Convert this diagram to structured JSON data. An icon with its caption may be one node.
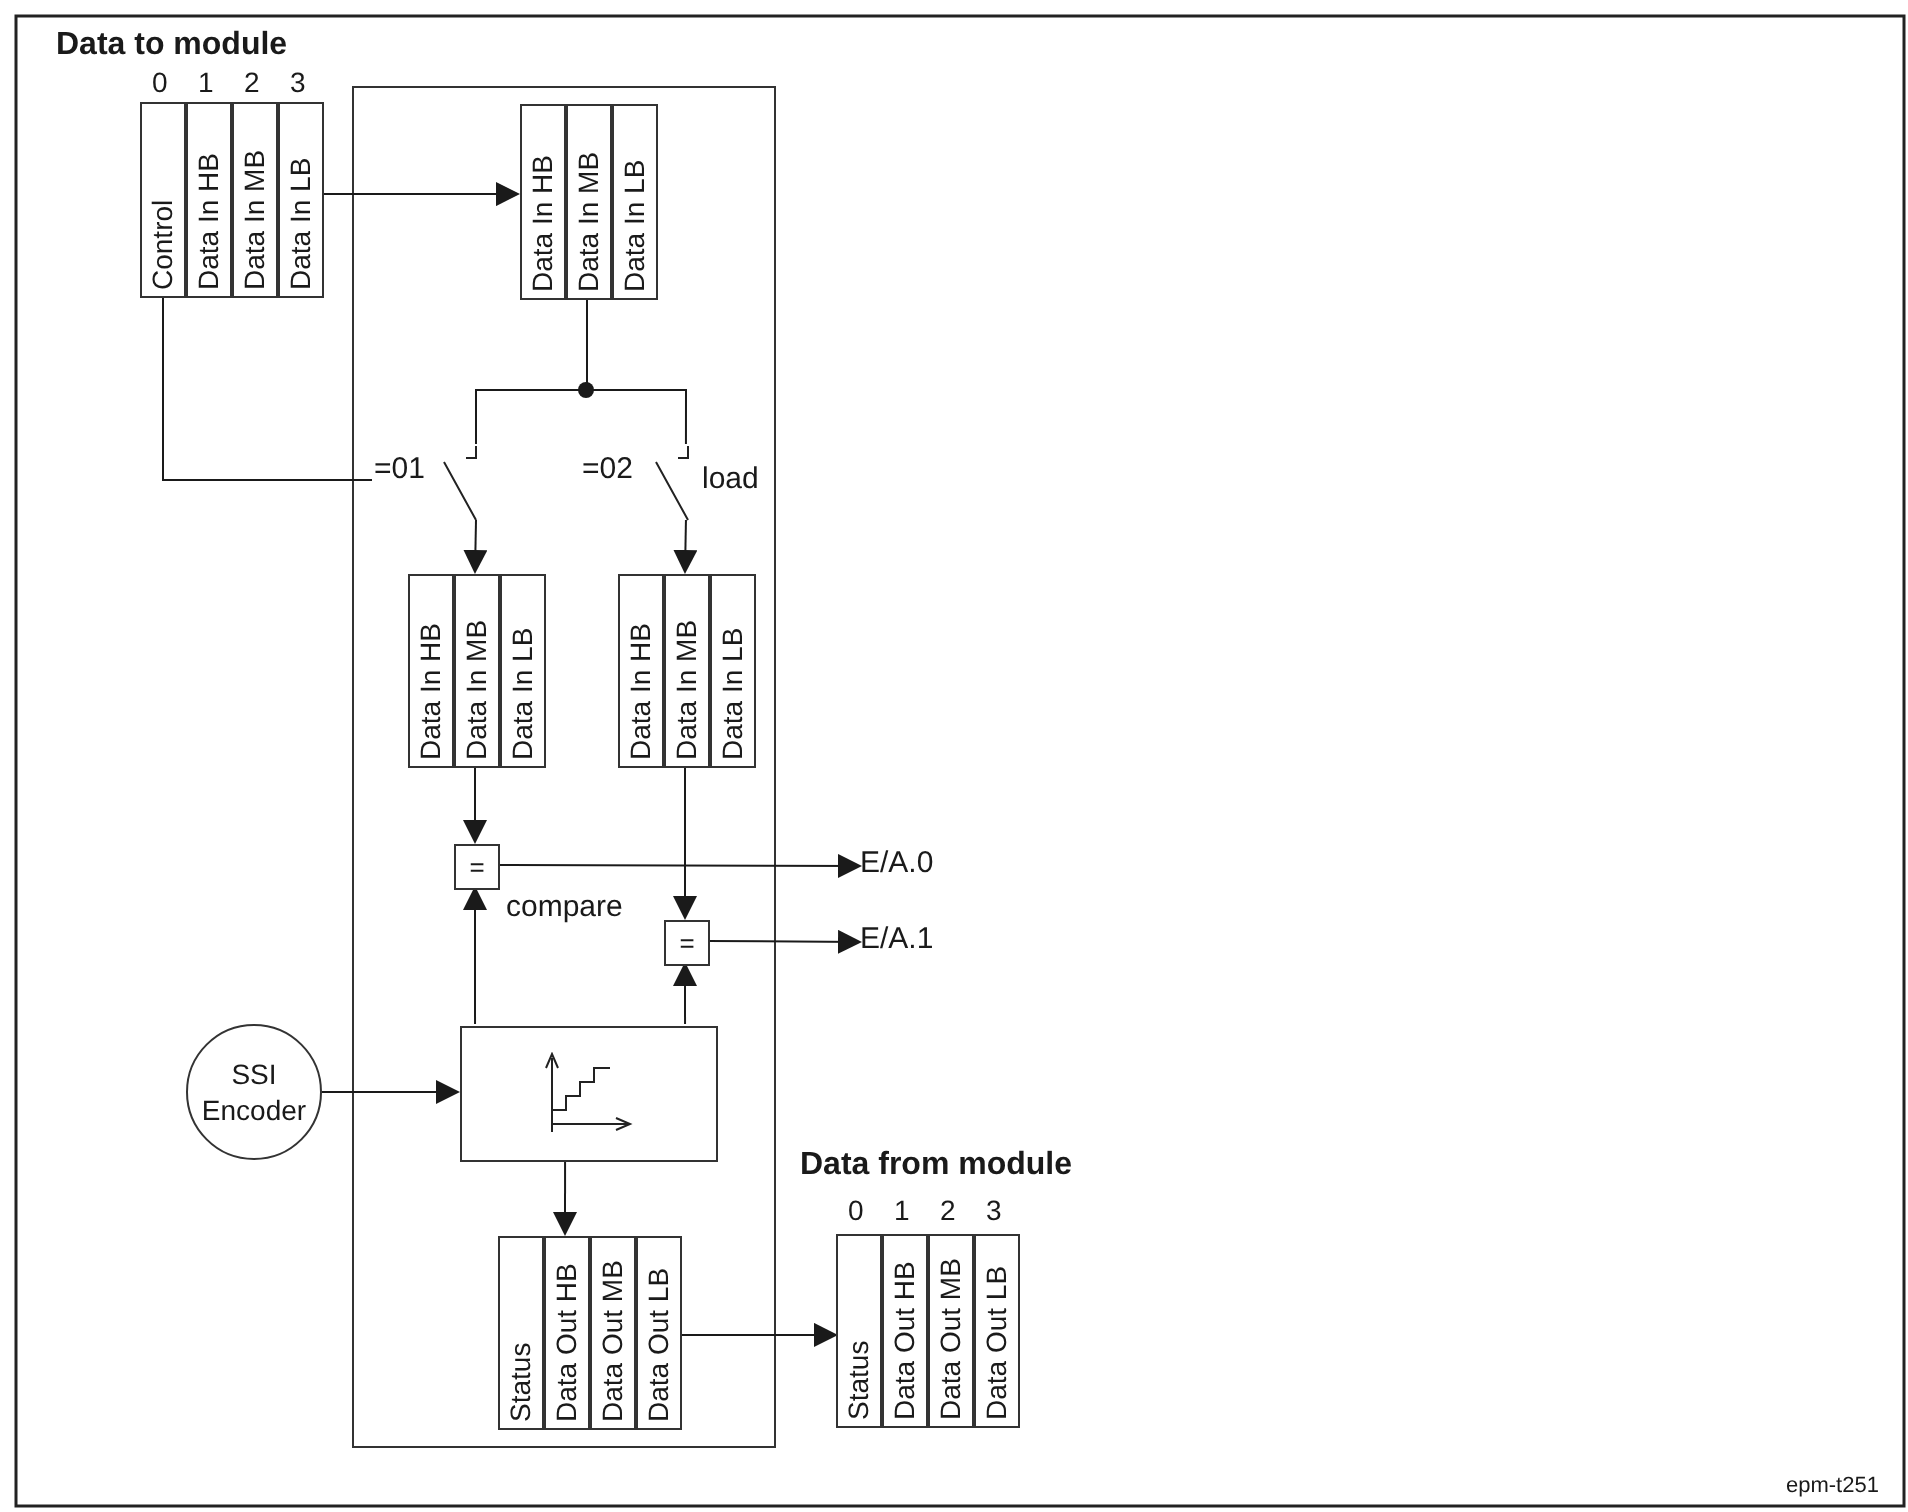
{
  "diagram": {
    "nodes": [
      {
        "text": [],
        "shape": "box"
      },
      {
        "text": [
          "Control"
        ]
      },
      {
        "text": [
          "Data In HB"
        ]
      },
      {
        "text": [
          "Data In MB"
        ]
      },
      {
        "text": [
          "Data In LB"
        ]
      },
      {
        "text": [
          "Data In HB"
        ],
        "in": 0
      },
      {
        "text": [
          "Data In MB"
        ],
        "in": 0
      },
      {
        "text": [
          "Data In LB"
        ],
        "in": 0
      },
      {
        "text": [
          "=01"
        ],
        "in": 0
      },
      {
        "text": [
          "=02"
        ],
        "in": 0,
        "beside": [
          "load"
        ]
      },
      {
        "text": [
          "Data In HB"
        ],
        "in": 0
      },
      {
        "text": [
          "Data In MB"
        ],
        "in": 0
      },
      {
        "text": [
          "Data In LB"
        ],
        "in": 0
      },
      {
        "text": [
          "Data In HB"
        ],
        "in": 0
      },
      {
        "text": [
          "Data In MB"
        ],
        "in": 0
      },
      {
        "text": [
          "Data In LB"
        ],
        "in": 0
      },
      {
        "text": [
          "="
        ],
        "in": 0,
        "beside": [
          "compare"
        ]
      },
      {
        "text": [
          "="
        ],
        "in": 0
      },
      {
        "text": [
          "SSI Encoder"
        ]
      },
      {
        "text": [],
        "shape": "box",
        "in": 0
      },
      {
        "text": [
          "E/A.0"
        ]
      },
      {
        "text": [
          "E/A.1"
        ]
      },
      {
        "text": [
          "Status"
        ],
        "in": 0
      },
      {
        "text": [
          "Data Out HB"
        ],
        "in": 0
      },
      {
        "text": [
          "Data Out MB"
        ],
        "in": 0
      },
      {
        "text": [
          "Data Out LB"
        ],
        "in": 0
      },
      {
        "text": [
          "Status"
        ]
      },
      {
        "text": [
          "Data Out HB"
        ]
      },
      {
        "text": [
          "Data Out MB"
        ]
      },
      {
        "text": [
          "Data Out LB"
        ]
      }
    ],
    "edges": [
      {
        "from": 4,
        "to": 5,
        "arrow": "to"
      },
      {
        "from": 6,
        "to": 8,
        "arrow": "none"
      },
      {
        "from": 6,
        "to": 9,
        "arrow": "none"
      },
      {
        "from": 1,
        "to": 8,
        "arrow": "none"
      },
      {
        "from": 8,
        "to": 11,
        "arrow": "to"
      },
      {
        "from": 9,
        "to": 14,
        "arrow": "to"
      },
      {
        "from": 11,
        "to": 16,
        "arrow": "to"
      },
      {
        "from": 14,
        "to": 17,
        "arrow": "to"
      },
      {
        "from": 16,
        "to": 20,
        "arrow": "to"
      },
      {
        "from": 17,
        "to": 21,
        "arrow": "to"
      },
      {
        "from": 19,
        "to": 16,
        "arrow": "to"
      },
      {
        "from": 19,
        "to": 17,
        "arrow": "to"
      },
      {
        "from": 18,
        "to": 19,
        "arrow": "to"
      },
      {
        "from": 19,
        "to": 23,
        "arrow": "to"
      },
      {
        "from": 25,
        "to": 26,
        "arrow": "to"
      }
    ],
    "labels": [
      "Data to module",
      "0",
      "1",
      "2",
      "3",
      "Data from module",
      "0",
      "1",
      "2",
      "3",
      "epm-t251"
    ]
  }
}
